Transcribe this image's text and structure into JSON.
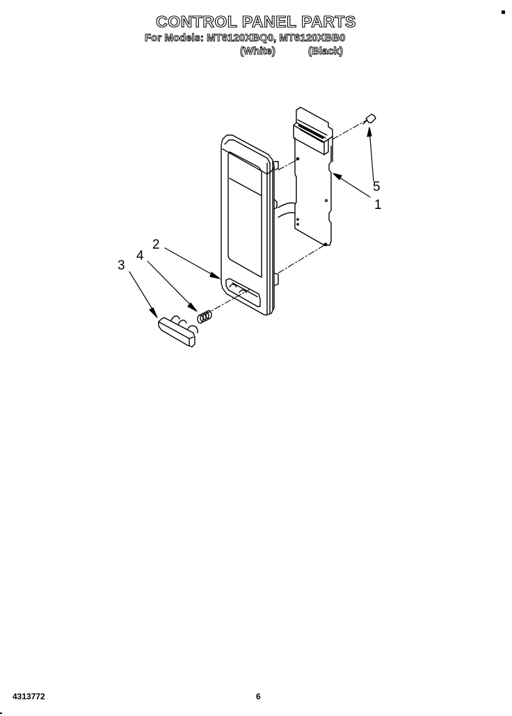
{
  "header": {
    "title": "CONTROL PANEL PARTS",
    "subtitle": "For Models: MT6120XBQ0, MT6120XBB0",
    "variants": [
      "(White)",
      "(Black)"
    ]
  },
  "diagram": {
    "callouts": [
      {
        "label": "1",
        "part": "control-board-bracket"
      },
      {
        "label": "2",
        "part": "control-panel"
      },
      {
        "label": "3",
        "part": "push-button"
      },
      {
        "label": "4",
        "part": "spring"
      },
      {
        "label": "5",
        "part": "screw"
      }
    ]
  },
  "footer": {
    "doc_number": "4313772",
    "page_number": "6"
  }
}
